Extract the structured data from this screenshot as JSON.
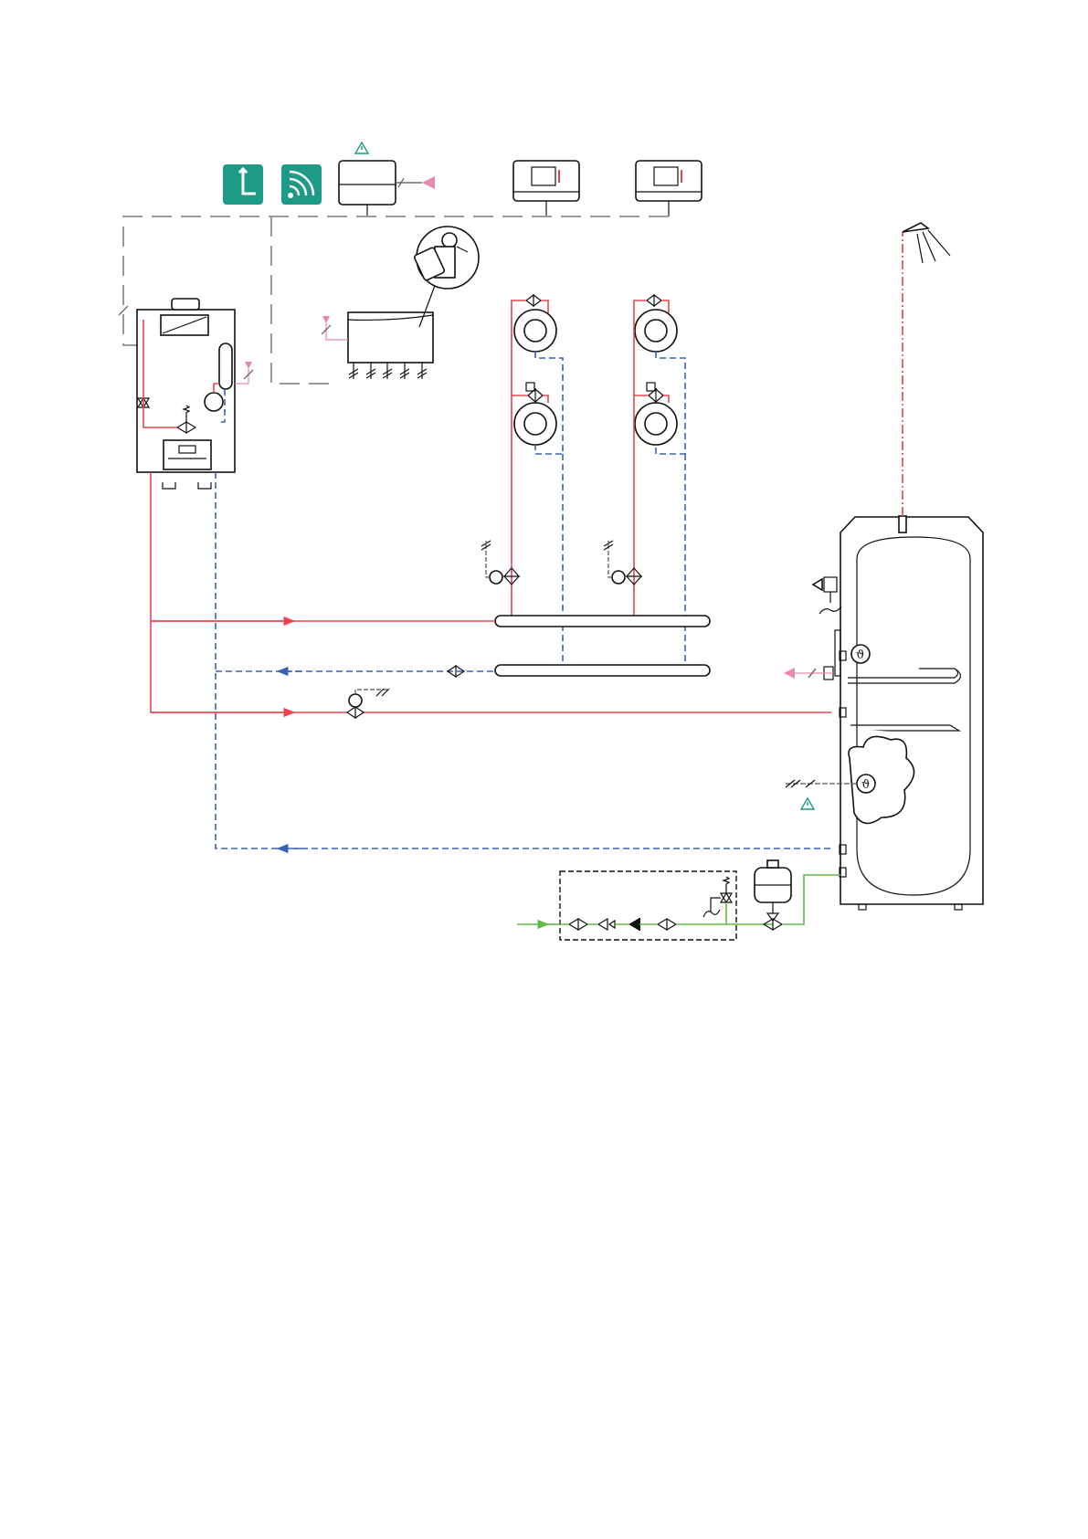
{
  "diagram": {
    "colors": {
      "flow": "#e8464f",
      "return": "#3a62b0",
      "cold_water": "#62b84a",
      "bus": "#9a9a9a",
      "accent_teal": "#1e9b86",
      "sensor_pink": "#e98aa8"
    },
    "icons": [
      "system-control-icon",
      "wireless-signal-icon",
      "warning-icon",
      "shower-icon",
      "burner-icon",
      "thermometer-icon"
    ],
    "components": [
      "gas-boiler",
      "wiring-centre",
      "system-controller",
      "room-controller",
      "heating-circuit",
      "low-loss-header",
      "hot-water-cylinder",
      "expansion-vessel",
      "cold-water-safety-group"
    ]
  }
}
